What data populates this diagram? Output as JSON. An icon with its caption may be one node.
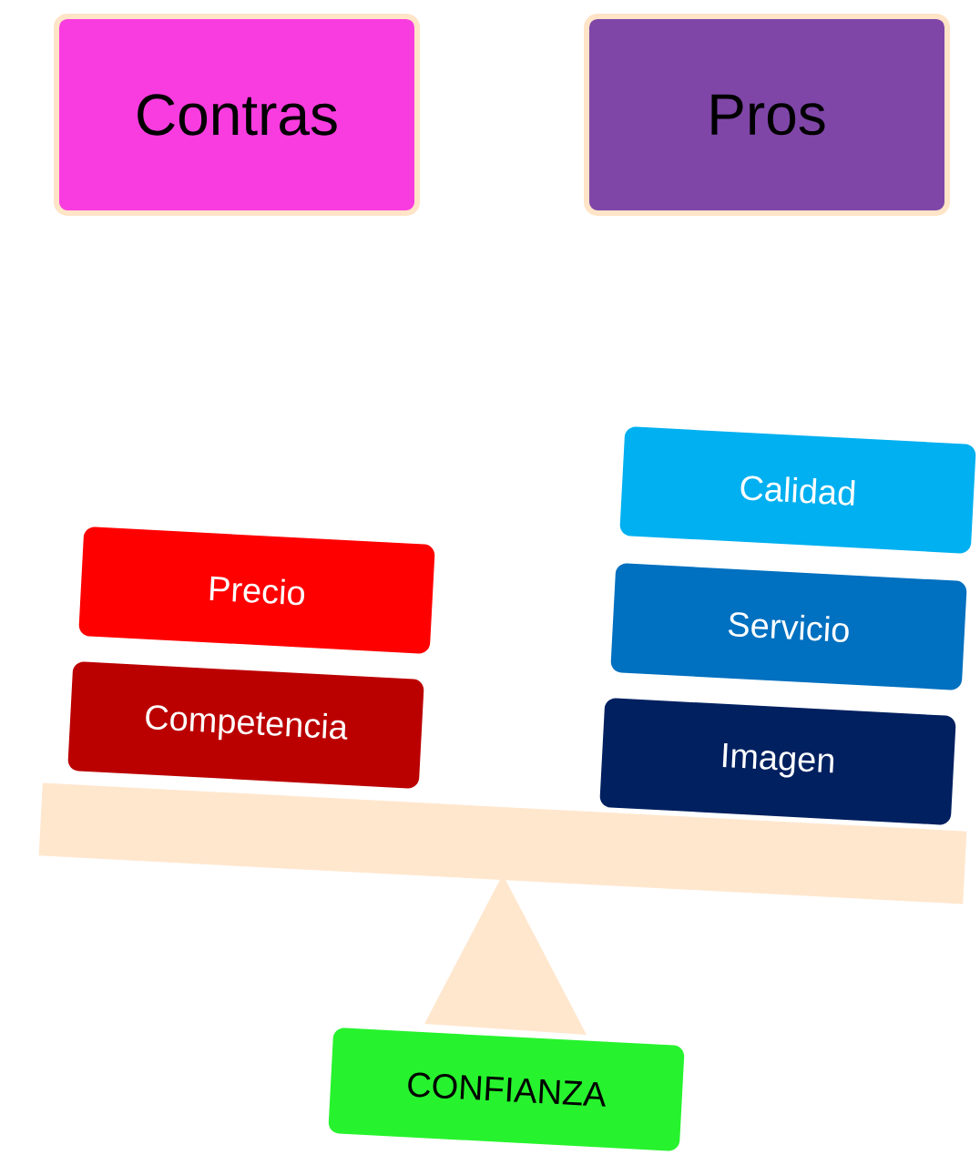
{
  "diagram": {
    "nodes": [
      {
        "text": [
          "Contras"
        ]
      },
      {
        "text": [
          "Pros"
        ]
      },
      {
        "text": [
          "Precio"
        ]
      },
      {
        "text": [
          "Competencia"
        ]
      },
      {
        "text": [
          "Calidad"
        ]
      },
      {
        "text": [
          "Servicio"
        ]
      },
      {
        "text": [
          "Imagen"
        ]
      },
      {
        "text": [
          "CONFIANZA"
        ]
      }
    ]
  }
}
